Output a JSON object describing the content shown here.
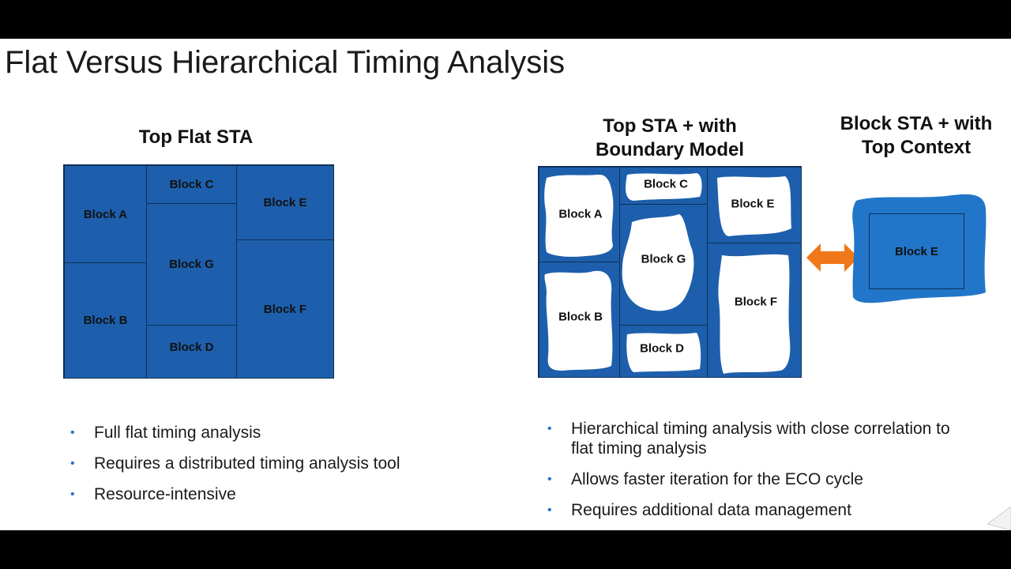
{
  "slide": {
    "title": "Flat Versus Hierarchical Timing Analysis"
  },
  "colors": {
    "block_fill": "#1d5fac",
    "block_border": "#0e2f57",
    "arrow": "#f07818",
    "context_fill": "#2176c9",
    "bullet_dot": "#2f74c8"
  },
  "flat_panel": {
    "heading": "Top Flat STA",
    "blocks": {
      "a": "Block A",
      "b": "Block B",
      "c": "Block C",
      "d": "Block D",
      "e": "Block E",
      "f": "Block F",
      "g": "Block G"
    }
  },
  "hier_panel": {
    "heading_line1": "Top STA + with",
    "heading_line2": "Boundary Model",
    "blocks": {
      "a": "Block A",
      "b": "Block B",
      "c": "Block C",
      "d": "Block D",
      "e": "Block E",
      "f": "Block F",
      "g": "Block G"
    }
  },
  "context_panel": {
    "heading_line1": "Block STA + with",
    "heading_line2": "Top Context",
    "block": "Block E",
    "arrow_icon": "double-arrow-icon"
  },
  "left_bullets": [
    "Full flat timing analysis",
    "Requires a distributed timing analysis tool",
    "Resource-intensive"
  ],
  "right_bullets": [
    "Hierarchical timing analysis with close correlation to flat timing analysis",
    "Allows faster iteration for the ECO cycle",
    "Requires additional data management"
  ]
}
